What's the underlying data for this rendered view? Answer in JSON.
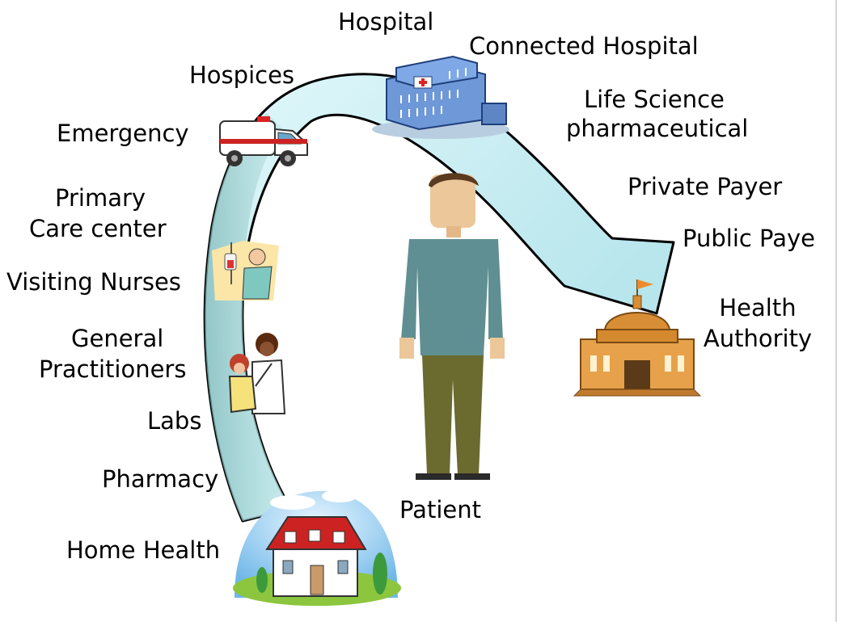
{
  "diagram": {
    "labels": {
      "hospital": "Hospital",
      "connected_hospital": "Connected Hospital",
      "hospices": "Hospices",
      "life_science_1": "Life Science",
      "life_science_2": "pharmaceutical",
      "emergency": "Emergency",
      "private_payer": "Private Payer",
      "primary_1": "Primary",
      "primary_2": "Care center",
      "public_payer": "Public Paye",
      "visiting_nurses": "Visiting Nurses",
      "health_authority_1": "Health",
      "health_authority_2": "Authority",
      "general_1": "General",
      "general_2": "Practitioners",
      "labs": "Labs",
      "pharmacy": "Pharmacy",
      "patient": "Patient",
      "home_health": "Home Health"
    },
    "icons": [
      "ambulance-icon",
      "hospital-building-icon",
      "nurse-icon",
      "doctor-child-icon",
      "house-icon",
      "government-building-icon",
      "patient-figure-icon"
    ],
    "colors": {
      "arrow_fill_light": "#d6f4f8",
      "arrow_fill_dark": "#8fc6c6",
      "arrow_stroke": "#000000"
    }
  }
}
